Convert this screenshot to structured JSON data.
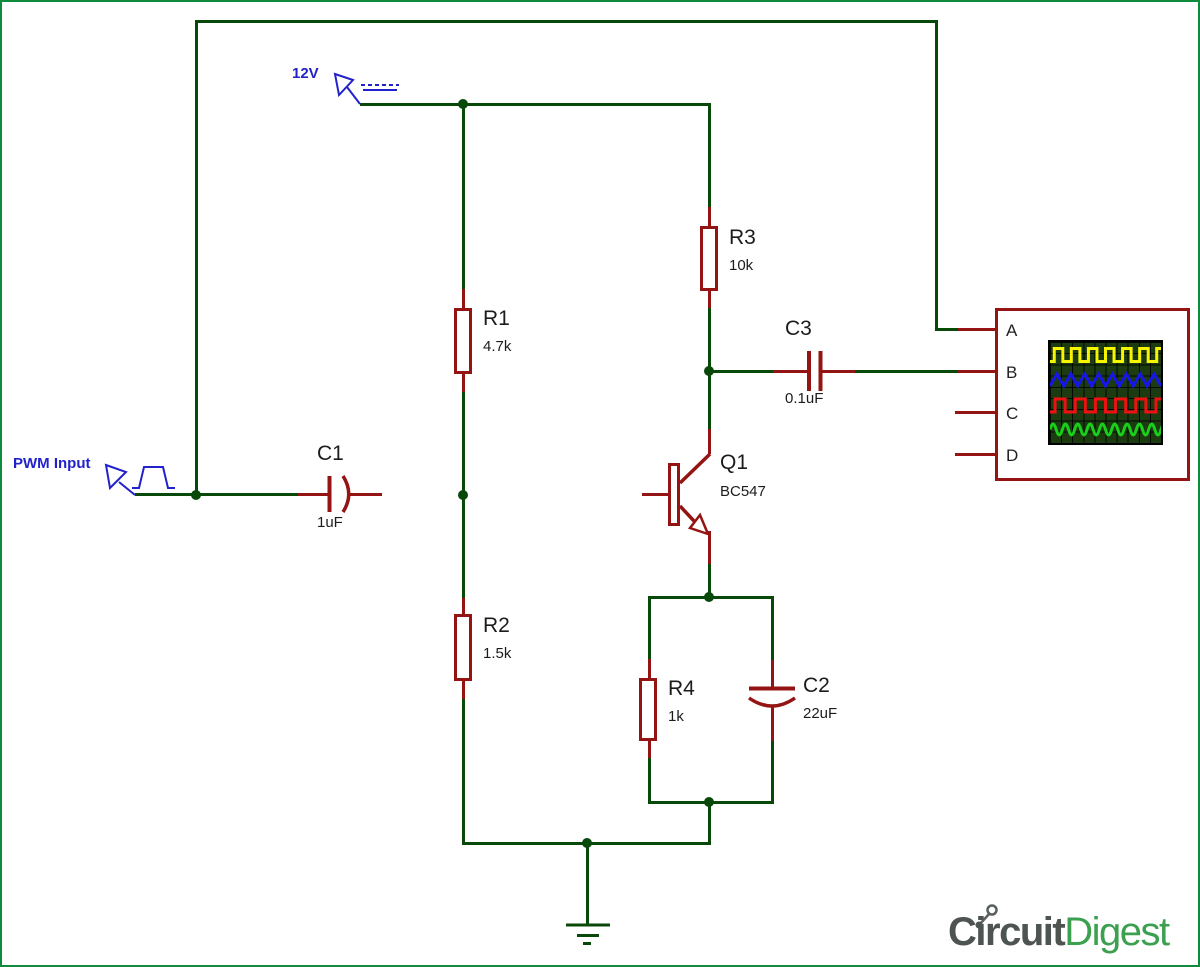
{
  "sources": {
    "supply": {
      "label": "12V"
    },
    "input": {
      "label": "PWM Input"
    }
  },
  "components": {
    "r1": {
      "name": "R1",
      "value": "4.7k"
    },
    "r2": {
      "name": "R2",
      "value": "1.5k"
    },
    "r3": {
      "name": "R3",
      "value": "10k"
    },
    "r4": {
      "name": "R4",
      "value": "1k"
    },
    "c1": {
      "name": "C1",
      "value": "1uF"
    },
    "c2": {
      "name": "C2",
      "value": "22uF"
    },
    "c3": {
      "name": "C3",
      "value": "0.1uF"
    },
    "q1": {
      "name": "Q1",
      "value": "BC547"
    }
  },
  "oscilloscope": {
    "channels": [
      "A",
      "B",
      "C",
      "D"
    ],
    "screen_bg": "#1d3b11",
    "waveforms": [
      {
        "channel": "A",
        "shape": "square",
        "color": "#f5f500",
        "cycles": 6.5
      },
      {
        "channel": "B",
        "shape": "triangle",
        "color": "#1616e8",
        "cycles": 8
      },
      {
        "channel": "C",
        "shape": "square",
        "color": "#ee1111",
        "cycles": 5.5
      },
      {
        "channel": "D",
        "shape": "sine",
        "color": "#19cf19",
        "cycles": 9
      }
    ]
  },
  "colors": {
    "wire": "#084808",
    "component": "#941414",
    "blue": "#2222cc",
    "border": "#0e8c3c"
  },
  "logo": {
    "part1": "Circuit",
    "part2": "Digest",
    "color1": "#4d5452",
    "color2": "#3ba04f"
  }
}
